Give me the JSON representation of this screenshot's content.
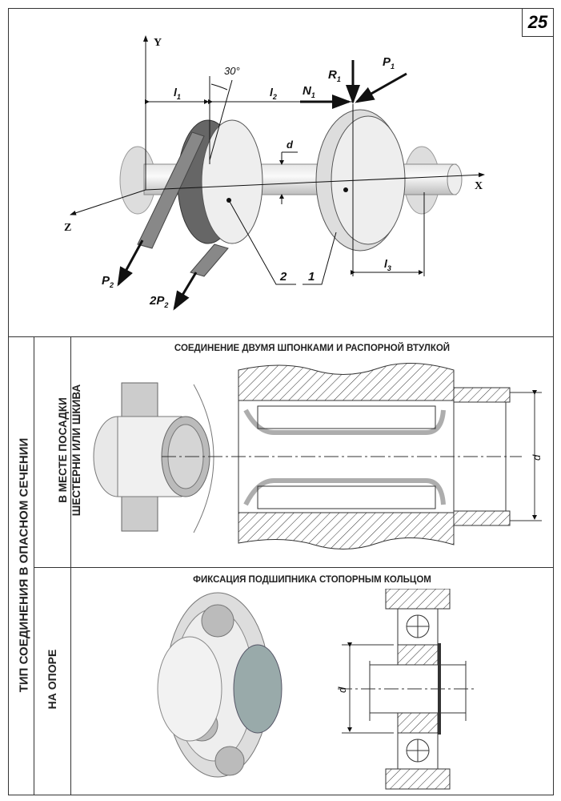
{
  "page_number": "25",
  "top_diagram": {
    "axes": {
      "x": "X",
      "y": "Y",
      "z": "Z"
    },
    "angle": "30°",
    "lengths": {
      "l1": "l",
      "l1_sub": "1",
      "l2": "l",
      "l2_sub": "2",
      "l3": "l",
      "l3_sub": "3"
    },
    "diameter": "d",
    "forces": {
      "R1": "R",
      "R1_sub": "1",
      "P1": "P",
      "P1_sub": "1",
      "N1": "N",
      "N1_sub": "1",
      "P2": "P",
      "P2_sub": "2",
      "twoP2": "2P",
      "twoP2_sub": "2"
    },
    "callouts": {
      "pulley": "2",
      "gear": "1"
    }
  },
  "table": {
    "row_group_label": "ТИП СОЕДИНЕНИЯ В ОПАСНОМ СЕЧЕНИИ",
    "rows": [
      {
        "label_line1": "В МЕСТЕ ПОСАДКИ",
        "label_line2": "ШЕСТЕРНИ ИЛИ ШКИВА",
        "title": "СОЕДИНЕНИЕ ДВУМЯ ШПОНКАМИ И РАСПОРНОЙ ВТУЛКОЙ",
        "dimension": "d"
      },
      {
        "label_line1": "НА ОПОРЕ",
        "title": "ФИКСАЦИЯ ПОДШИПНИКА СТОПОРНЫМ КОЛЬЦОМ",
        "dimension": "d"
      }
    ]
  }
}
